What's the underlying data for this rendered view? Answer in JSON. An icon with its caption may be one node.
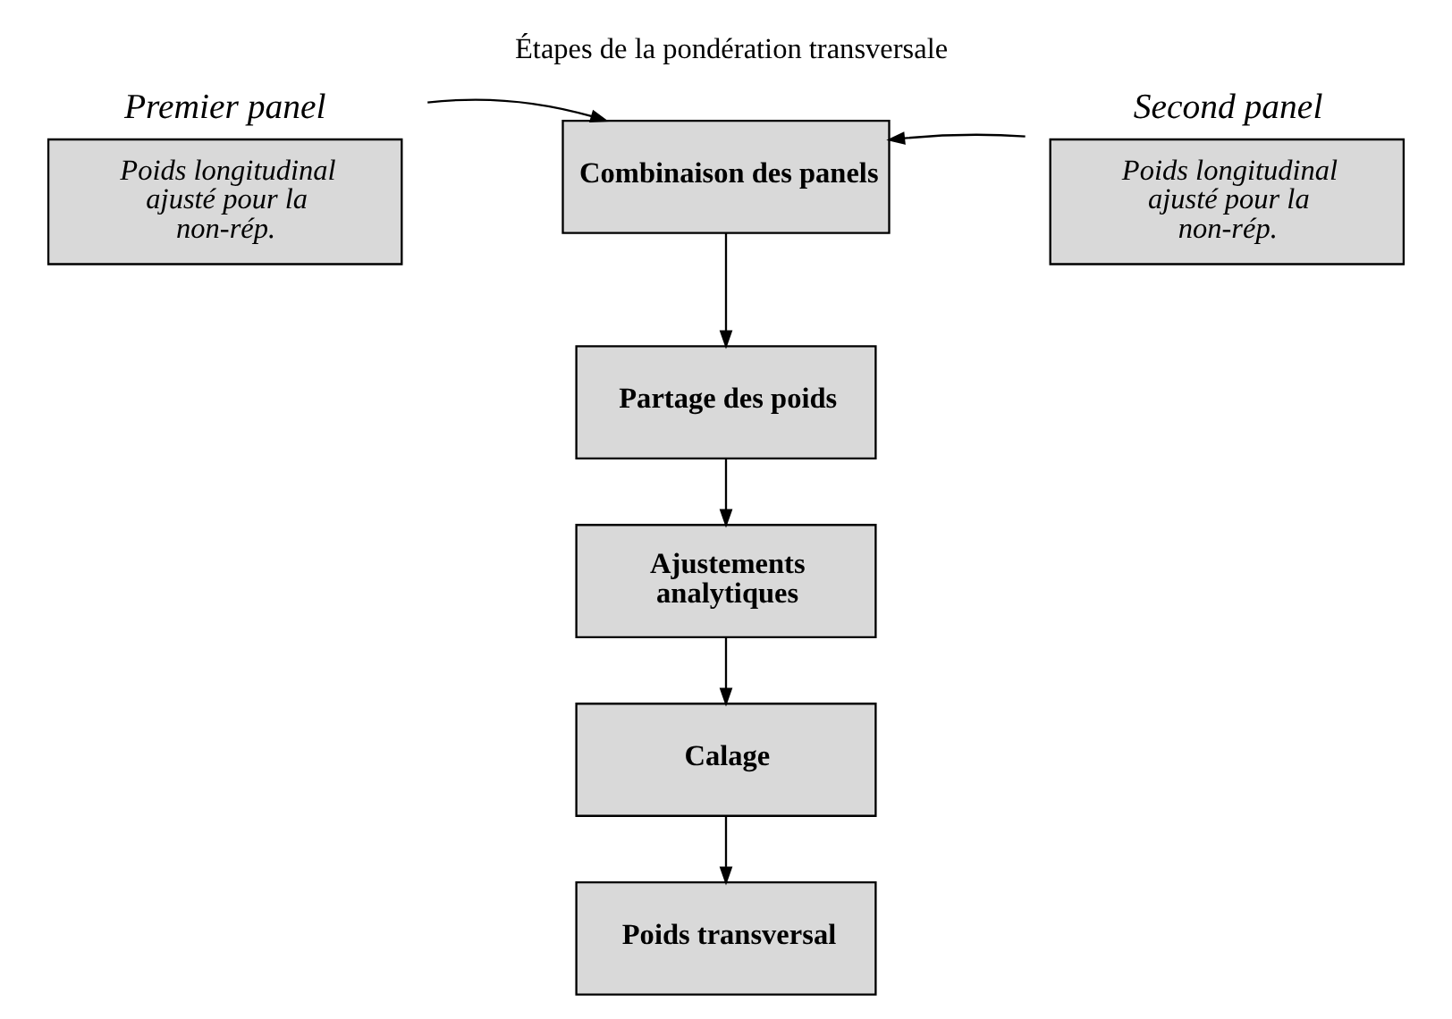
{
  "diagram": {
    "title": "Étapes de la pondération transversale",
    "nodes": [
      {
        "text": [
          "Poids longitudinal ajusté pour la non-rép."
        ],
        "beside": [
          "Premier panel"
        ]
      },
      {
        "text": [
          "Combinaison des panels"
        ]
      },
      {
        "text": [
          "Poids longitudinal ajusté pour la non-rép."
        ],
        "beside": [
          "Second panel"
        ]
      },
      {
        "text": [
          "Partage des poids"
        ]
      },
      {
        "text": [
          "Ajustements analytiques"
        ]
      },
      {
        "text": [
          "Calage"
        ]
      },
      {
        "text": [
          "Poids transversal"
        ]
      }
    ],
    "edges": [
      {
        "from": 0,
        "to": 1,
        "arrow": "to"
      },
      {
        "from": 2,
        "to": 1,
        "arrow": "to"
      },
      {
        "from": 1,
        "to": 3,
        "arrow": "to"
      },
      {
        "from": 3,
        "to": 4,
        "arrow": "to"
      },
      {
        "from": 4,
        "to": 5,
        "arrow": "to"
      },
      {
        "from": 5,
        "to": 6,
        "arrow": "to"
      }
    ]
  }
}
